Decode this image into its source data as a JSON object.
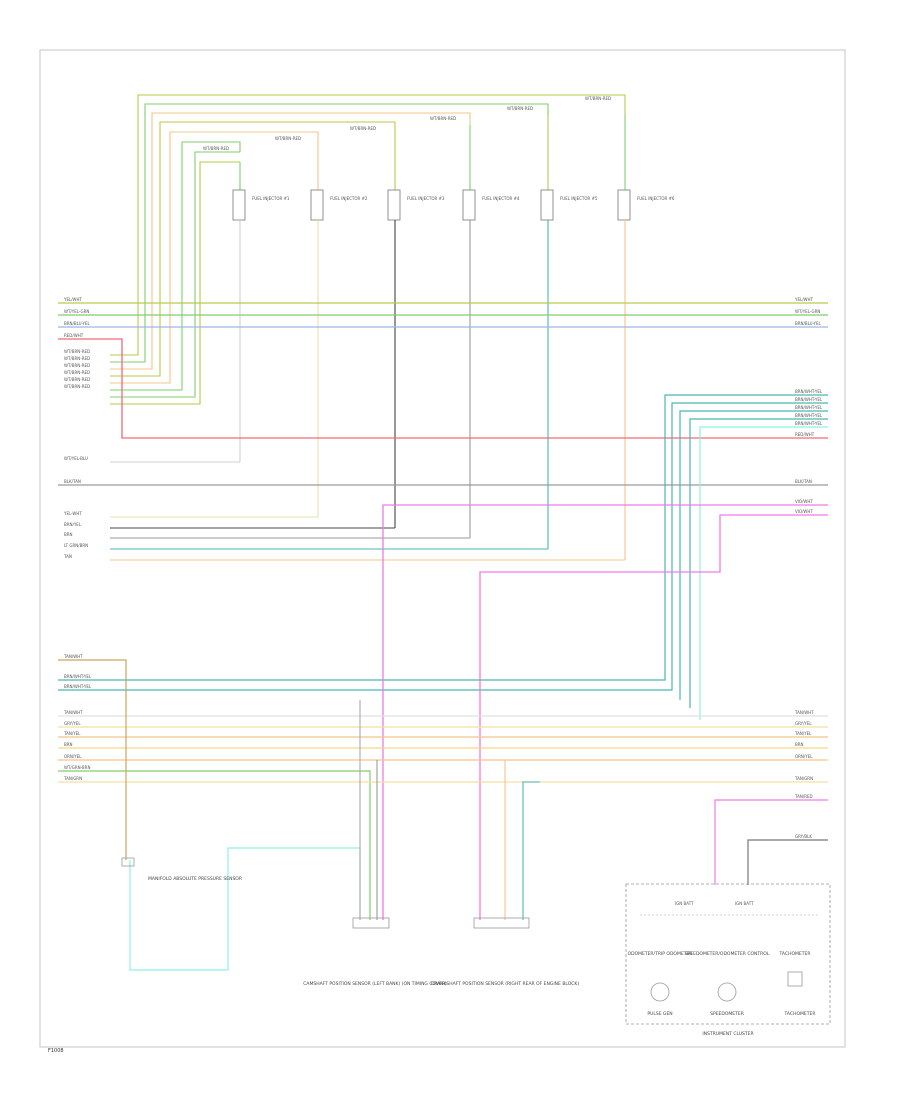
{
  "diagram": {
    "footer_code": "F1008",
    "injectors": [
      {
        "label": "FUEL INJECTOR #1",
        "id": "inj-1"
      },
      {
        "label": "FUEL INJECTOR #2",
        "id": "inj-2"
      },
      {
        "label": "FUEL INJECTOR #3",
        "id": "inj-3"
      },
      {
        "label": "FUEL INJECTOR #4",
        "id": "inj-4"
      },
      {
        "label": "FUEL INJECTOR #5",
        "id": "inj-5"
      },
      {
        "label": "FUEL INJECTOR #6",
        "id": "inj-6"
      }
    ],
    "injector_feed_labels": [
      "WT/BRN-RED",
      "WT/BRN-RED",
      "WT/BRN-RED",
      "WT/BRN-RED",
      "WT/BRN-RED",
      "WT/BRN-RED"
    ],
    "left_wire_labels": {
      "top_group": [
        "YEL/WHT",
        "WT/YEL-GRN",
        "BRN/BLU-YEL",
        "RED/WHT"
      ],
      "inj_group": [
        "WT/BRN-RED",
        "WT/BRN-RED",
        "WT/BRN-RED",
        "WT/BRN-RED",
        "WT/BRN-RED",
        "WT/BRN-RED"
      ],
      "mid_group": [
        "WT/YEL-BLU",
        "BLK/TAN"
      ],
      "lower_group": [
        "YEL-WHT",
        "BRN/YEL",
        "BRN",
        "LT GRN/BRN",
        "TAN"
      ],
      "bottom_group": [
        "TAN/WHT",
        "BRN/WHT-YEL",
        "BRN/WHT-YEL",
        "TAN/WHT",
        "GRY/YEL",
        "TAN/YEL",
        "BRN",
        "ORN/YEL",
        "WT/GRN-BRN",
        "TAN/GRN"
      ]
    },
    "right_wire_labels": {
      "top_group": [
        "YEL/WHT",
        "WT/YEL-GRN",
        "BRN/BLU-YEL"
      ],
      "mid_group": [
        "BRN/WHT-YEL",
        "BRN/WHT-YEL",
        "BRN/WHT-YEL",
        "BRN/WHT-YEL",
        "BRN/WHT-YEL",
        "RED/WHT"
      ],
      "blk": "BLK/TAN",
      "pink": [
        "VIO/WHT",
        "VIO/WHT"
      ],
      "bottom_group": [
        "TAN/WHT",
        "GRY/YEL",
        "TAN/YEL",
        "BRN",
        "ORN/YEL",
        "TAN/GRN"
      ],
      "cluster": [
        "TAN/RED",
        "GRY/BLK"
      ]
    },
    "components": {
      "map_sensor": "MANIFOLD ABSOLUTE PRESSURE SENSOR",
      "cam_sensor": "CAMSHAFT POSITION SENSOR (LEFT BANK) (ON TIMING COVER)",
      "crank_sensor": "CRANKSHAFT POSITION SENSOR (RIGHT REAR OF ENGINE BLOCK)",
      "cluster_title": "INSTRUMENT CLUSTER",
      "cluster_items": [
        "ODOMETER/TRIP ODOMETER",
        "SPEEDOMETER/ODOMETER CONTROL",
        "TACHOMETER"
      ],
      "cluster_labels": [
        "IGN BATT",
        "IGN BATT"
      ],
      "cluster_bottom": [
        "PULSE GEN",
        "SPEEDOMETER",
        "TACHOMETER"
      ]
    },
    "colors": {
      "yellow_green": "#b9c94a",
      "green": "#7fcf6e",
      "blue": "#9cb7e8",
      "red": "#f06a7a",
      "teal": "#4ab7b0",
      "gray": "#9a9a9a",
      "black": "#444444",
      "pink": "#f07ae6",
      "orange": "#f5c48a",
      "tan": "#e6c35a",
      "light_cyan": "#8ef0e8",
      "light_gray": "#d0d0d0"
    }
  }
}
